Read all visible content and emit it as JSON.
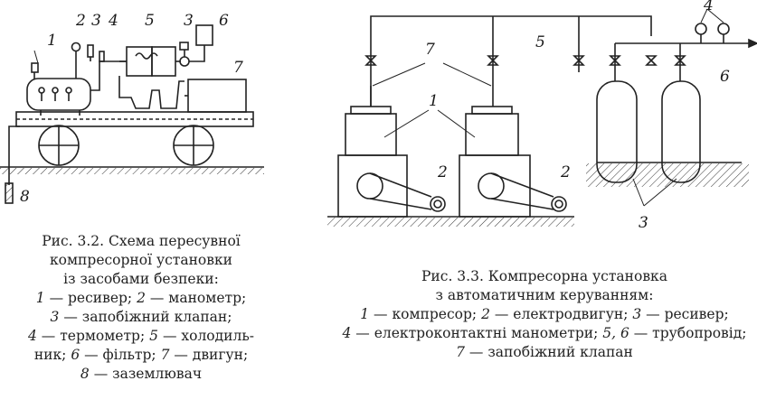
{
  "figure_3_2": {
    "labels": [
      "1",
      "2",
      "3",
      "4",
      "5",
      "3",
      "6",
      "7",
      "8"
    ],
    "caption": {
      "title_lines": [
        "Рис. 3.2. Схема пересувної",
        "компресорної установки",
        "із засобами безпеки:"
      ],
      "legend_lines": [
        {
          "n1": "1",
          "t1": " — ресивер; ",
          "n2": "2",
          "t2": " — манометр;"
        },
        {
          "n1": "3",
          "t1": " — запобіжний клапан;",
          "n2": "",
          "t2": ""
        },
        {
          "n1": "4",
          "t1": " — термометр; ",
          "n2": "5",
          "t2": " — холодиль-"
        },
        {
          "n1": "",
          "t1": "ник; ",
          "n2": "6",
          "t2": " — фільтр; "
        },
        {
          "n1": "7",
          "t1": " — двигун;",
          "n2": "",
          "t2": ""
        },
        {
          "n1": "8",
          "t1": " — заземлювач",
          "n2": "",
          "t2": ""
        }
      ]
    }
  },
  "figure_3_3": {
    "labels": [
      "7",
      "5",
      "4",
      "6",
      "1",
      "2",
      "2",
      "3"
    ],
    "caption": {
      "title_lines": [
        "Рис. 3.3. Компресорна установка",
        "з автоматичним керуванням:"
      ],
      "legend_lines": [
        {
          "n1": "1",
          "t1": " — компресор; ",
          "n2": "2",
          "t2": " — електродвигун; ",
          "n3": "3",
          "t3": " — ресивер;"
        },
        {
          "n1": "4",
          "t1": " — електроконтактні манометри; ",
          "n2": "5, 6",
          "t2": " — трубопровід;",
          "n3": "",
          "t3": ""
        },
        {
          "n1": "7",
          "t1": " — запобіжний клапан",
          "n2": "",
          "t2": "",
          "n3": "",
          "t3": ""
        }
      ]
    }
  }
}
